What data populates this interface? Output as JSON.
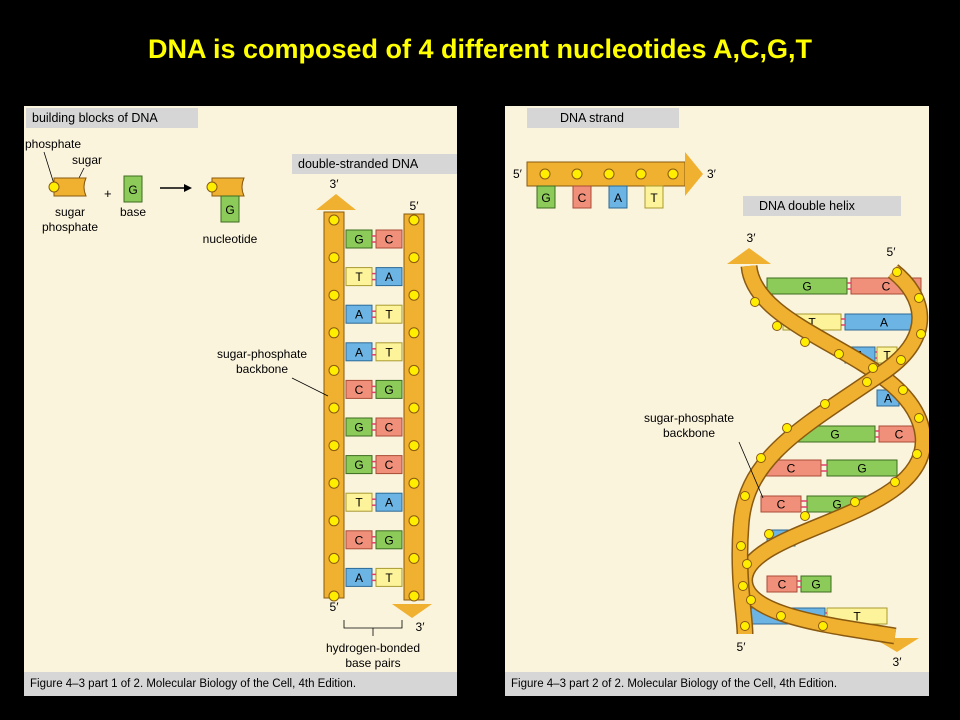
{
  "slide": {
    "title": "DNA is composed of 4 different nucleotides A,C,G,T"
  },
  "left_panel": {
    "header": "building blocks of DNA",
    "label_phosphate": "phosphate",
    "label_sugar": "sugar",
    "label_sugar_phosphate": [
      "sugar",
      "phosphate"
    ],
    "plus_sign": "+",
    "base_letter": "G",
    "label_base": "base",
    "label_nucleotide": "nucleotide",
    "double_stranded_header": "double-stranded DNA",
    "end_top_left": "3′",
    "end_top_right": "5′",
    "end_bottom_left": "5′",
    "end_bottom_right": "3′",
    "backbone_label": [
      "sugar-phosphate",
      "backbone"
    ],
    "hbond_label": [
      "hydrogen-bonded",
      "base pairs"
    ],
    "base_pairs": [
      [
        "G",
        "C"
      ],
      [
        "T",
        "A"
      ],
      [
        "A",
        "T"
      ],
      [
        "A",
        "T"
      ],
      [
        "C",
        "G"
      ],
      [
        "G",
        "C"
      ],
      [
        "G",
        "C"
      ],
      [
        "T",
        "A"
      ],
      [
        "C",
        "G"
      ],
      [
        "A",
        "T"
      ]
    ],
    "caption": "Figure 4–3 part 1 of 2. Molecular Biology of the Cell, 4th Edition."
  },
  "right_panel": {
    "strand_header": "DNA strand",
    "strand_end_left": "5′",
    "strand_end_right": "3′",
    "strand_bases": [
      "G",
      "C",
      "A",
      "T"
    ],
    "helix_header": "DNA double helix",
    "helix_top_left": "3′",
    "helix_top_right": "5′",
    "helix_bottom_left": "5′",
    "helix_bottom_right": "3′",
    "backbone_label": [
      "sugar-phosphate",
      "backbone"
    ],
    "helix_pairs": [
      [
        "G",
        "C"
      ],
      [
        "T",
        "A"
      ],
      [
        "A",
        "T"
      ],
      [
        "A",
        ""
      ],
      [
        "G",
        "C"
      ],
      [
        "C",
        "G"
      ],
      [
        "C",
        "G"
      ],
      [
        "A",
        ""
      ],
      [
        "C",
        "G"
      ],
      [
        "A",
        "T"
      ]
    ],
    "caption": "Figure 4–3 part 2 of 2. Molecular Biology of the Cell, 4th Edition."
  },
  "colors": {
    "title": "#ffff00",
    "backbone": "#f0b030",
    "phosphate": "#ffee00",
    "G": "#8ccb5a",
    "C": "#f0907a",
    "A": "#6cb4e4",
    "T": "#fdf39a",
    "hbond": "#e0406a",
    "header_bg": "#d6d6d6"
  }
}
